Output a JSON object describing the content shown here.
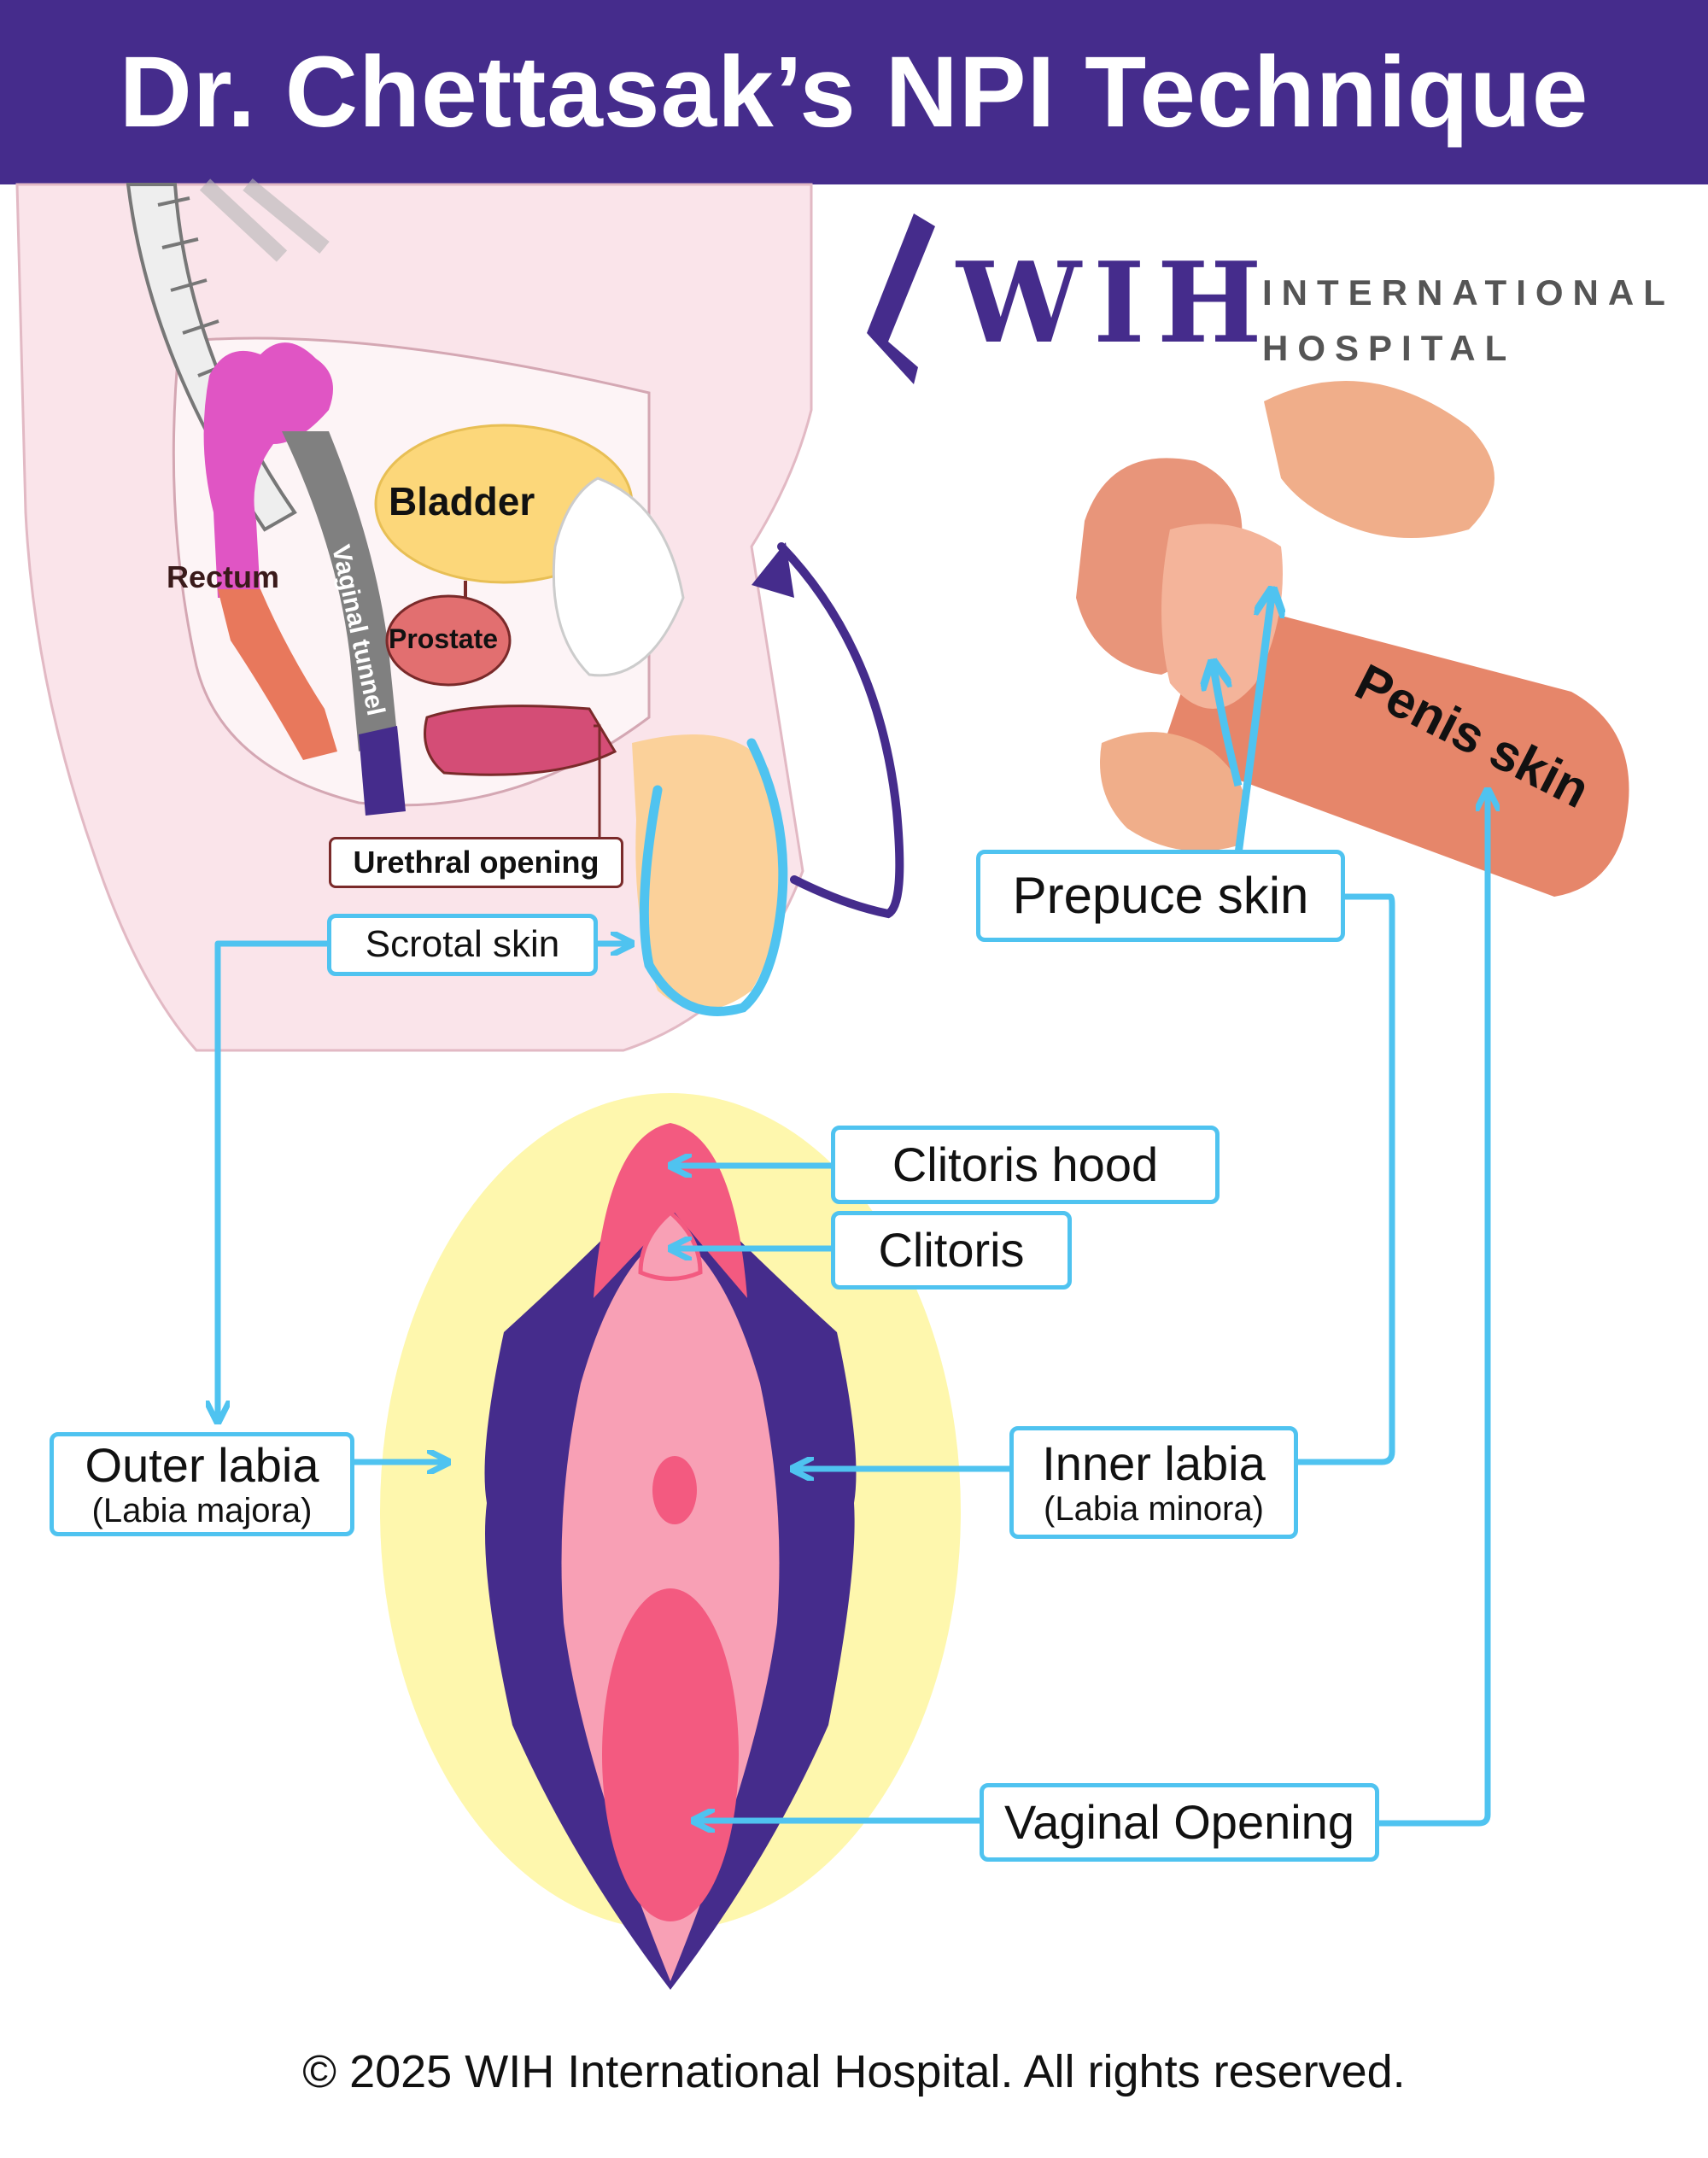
{
  "header": {
    "title": "Dr. Chettasak’s NPI Technique"
  },
  "logo": {
    "name": "WIH",
    "line1": "INTERNATIONAL",
    "line2": "HOSPITAL"
  },
  "anatomy_labels": {
    "bladder": "Bladder",
    "rectum": "Rectum",
    "vaginal_tunnel": "Vaginal tunnel",
    "prostate": "Prostate",
    "urethral_opening": "Urethral opening",
    "penis_skin": "Penis skin"
  },
  "source_labels": {
    "scrotal_skin": "Scrotal skin",
    "prepuce_skin": "Prepuce skin"
  },
  "result_labels": {
    "clitoris_hood": "Clitoris hood",
    "clitoris": "Clitoris",
    "outer_labia": "Outer labia",
    "outer_labia_sub": "(Labia majora)",
    "inner_labia": "Inner labia",
    "inner_labia_sub": "(Labia minora)",
    "vaginal_opening": "Vaginal Opening"
  },
  "footer": {
    "copyright": "© 2025 WIH International Hospital. All rights reserved."
  },
  "colors": {
    "header": "#452c8c",
    "connector": "#4fc3f0",
    "purple": "#452c8c",
    "pink": "#f35a80",
    "light_pink": "#f8a0b5",
    "yellow": "#fef7ad",
    "skin": "#e98f72"
  }
}
